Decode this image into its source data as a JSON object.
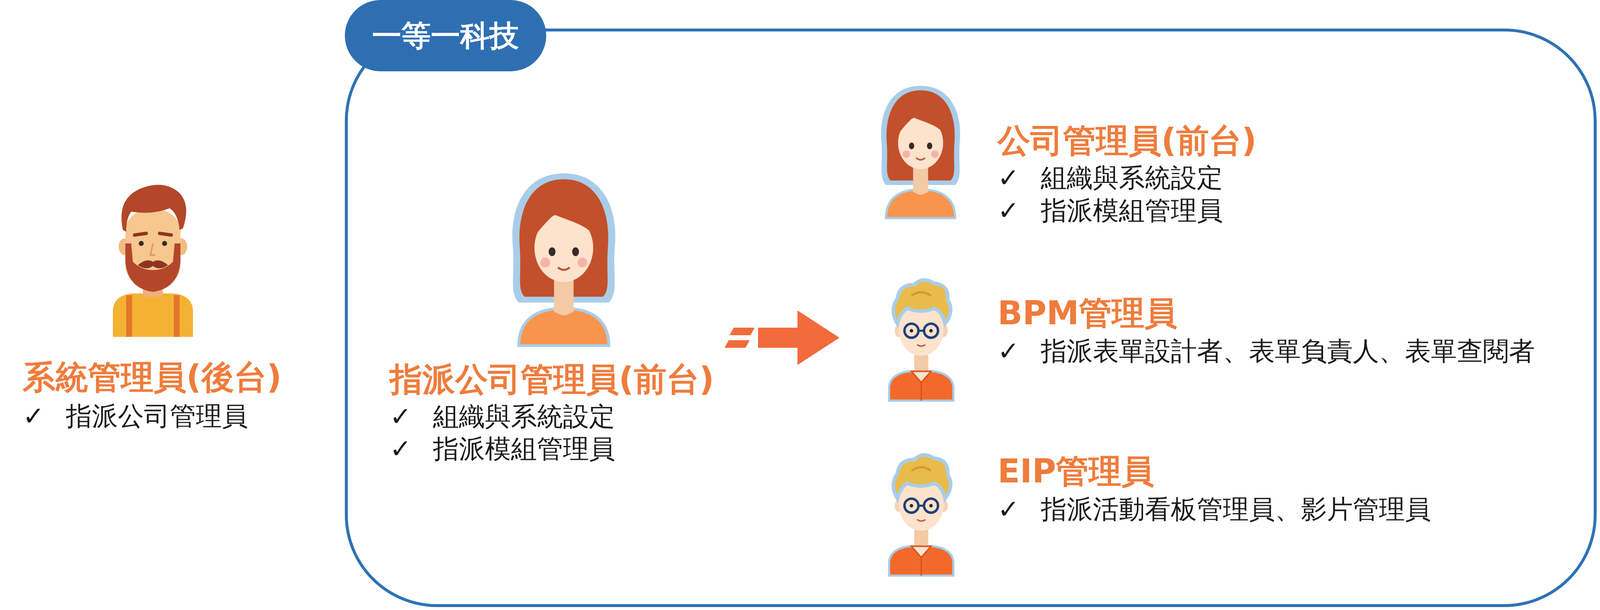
{
  "diagram": {
    "nodes": [
      {
        "text": [
          "系統管理員(後台)",
          "✓ 指派公司管理員"
        ]
      },
      {
        "text": [
          "一等一科技"
        ]
      },
      {
        "text": [
          "指派公司管理員(前台)",
          "✓ 組織與系統設定",
          "✓ 指派模組管理員"
        ],
        "in": 1
      },
      {
        "text": [
          "公司管理員(前台)",
          "✓ 組織與系統設定",
          "✓ 指派模組管理員"
        ],
        "in": 1
      },
      {
        "text": [
          "BPM管理員",
          "✓ 指派表單設計者、表單負責人、表單查閱者"
        ],
        "in": 1
      },
      {
        "text": [
          "EIP管理員",
          "✓ 指派活動看板管理員、影片管理員"
        ],
        "in": 1
      }
    ],
    "edges": [
      {
        "from": 2,
        "to": 4,
        "arrow": "to"
      }
    ]
  }
}
